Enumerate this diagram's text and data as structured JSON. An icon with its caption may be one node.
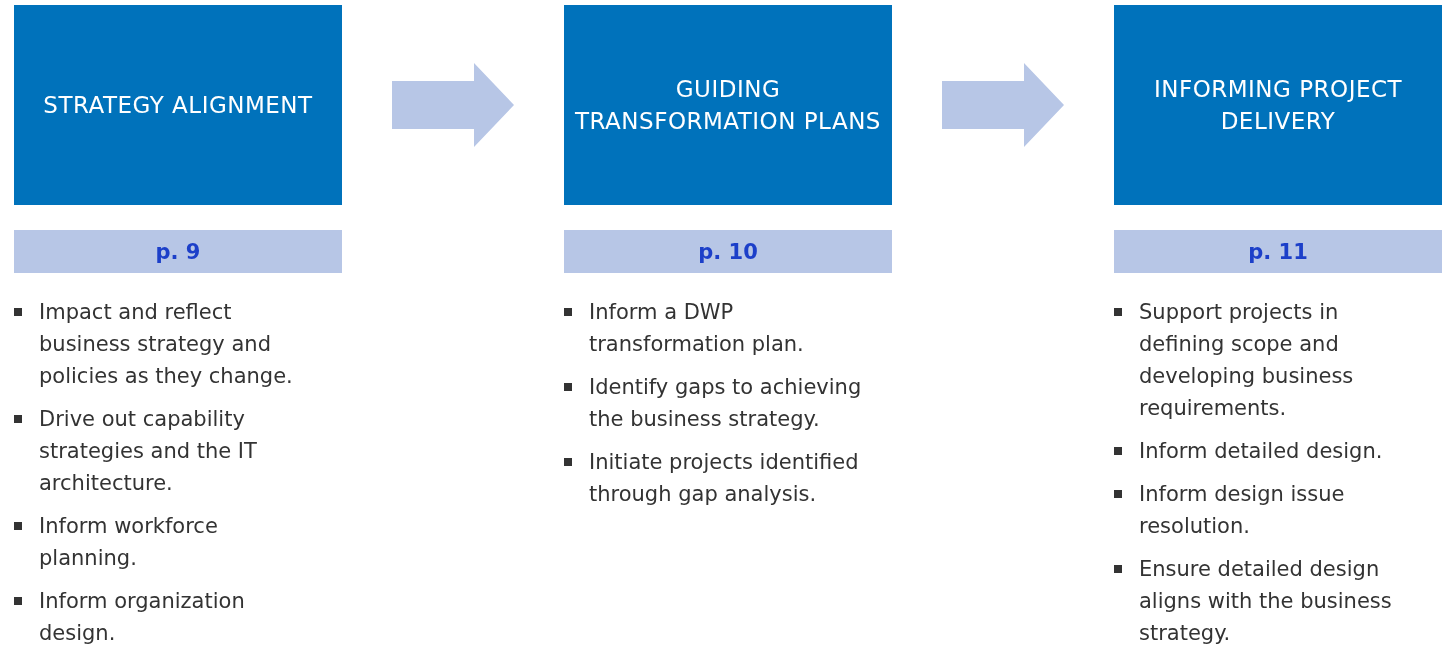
{
  "diagram": {
    "nodes": [
      {
        "text": [
          "STRATEGY ALIGNMENT"
        ]
      },
      {
        "text": [
          "GUIDING TRANSFORMATION PLANS"
        ]
      },
      {
        "text": [
          "INFORMING PROJECT DELIVERY"
        ]
      },
      {
        "text": [
          "p. 9"
        ]
      },
      {
        "text": [
          "p. 10"
        ]
      },
      {
        "text": [
          "p. 11"
        ]
      }
    ],
    "edges": [
      {
        "from": 0,
        "to": 1,
        "arrow": "to"
      },
      {
        "from": 1,
        "to": 2,
        "arrow": "to"
      }
    ],
    "labels": [
      "Impact and reflect business strategy and policies as they change.",
      "Drive out capability strategies and the IT architecture.",
      "Inform workforce planning.",
      "Inform organization design.",
      "Inform a DWP transformation plan.",
      "Identify gaps to achieving the business strategy.",
      "Initiate projects identified through gap analysis.",
      "Support projects in defining scope and developing business requirements.",
      "Inform detailed design.",
      "Inform design issue resolution.",
      "Ensure detailed design aligns with the business strategy."
    ]
  }
}
